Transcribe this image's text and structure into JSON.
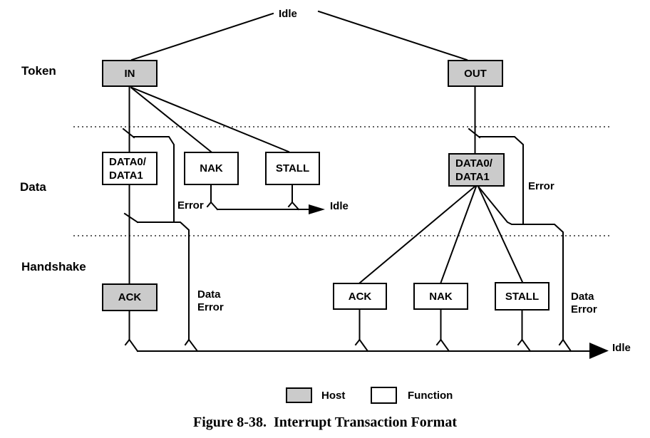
{
  "figure": {
    "caption": "Figure 8-38.  Interrupt Transaction Format"
  },
  "stages": {
    "token": "Token",
    "data": "Data",
    "handshake": "Handshake"
  },
  "boxes": {
    "in": "IN",
    "out": "OUT",
    "data01": "DATA0/\nDATA1",
    "nak": "NAK",
    "stall": "STALL",
    "ack": "ACK"
  },
  "labels": {
    "idle_top": "Idle",
    "idle_mid": "Idle",
    "idle_bottom": "Idle",
    "error_left": "Error",
    "error_right": "Error",
    "data_error_left": "Data Error",
    "data_error_right": "Data Error"
  },
  "legend": {
    "host": "Host",
    "function": "Function"
  },
  "colors": {
    "host_fill": "#cbcbcb",
    "function_fill": "#ffffff",
    "line": "#000000"
  }
}
